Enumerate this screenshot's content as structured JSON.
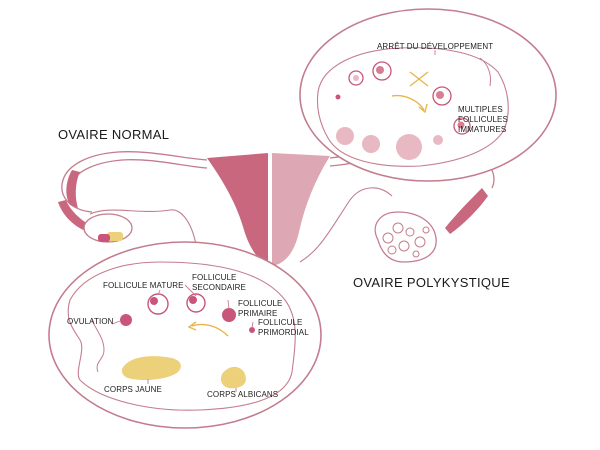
{
  "colors": {
    "outline": "#c37d8e",
    "dark_pink": "#c9677f",
    "light_pink": "#dda7b3",
    "pale_pink": "#e8b9c3",
    "mid_pink": "#d87e94",
    "follicle": "#c9557a",
    "yellow": "#ecd07a",
    "orange_arrow": "#e8b548"
  },
  "labels": {
    "normal_ovary": "OVAIRE NORMAL",
    "polycystic_ovary": "OVAIRE POLYKYSTIQUE",
    "development_arrest": "ARRÊT DU DÉVELOPPEMENT",
    "multiple_immature": [
      "MULTIPLES",
      "FOLLICULES",
      "IMMATURES"
    ],
    "mature_follicle": "FOLLICULE MATURE",
    "secondary_follicle": [
      "FOLLICULE",
      "SECONDAIRE"
    ],
    "primary_follicle": [
      "FOLLICULE",
      "PRIMAIRE"
    ],
    "primordial_follicle": [
      "FOLLICULE",
      "PRIMORDIAL"
    ],
    "ovulation": "OVULATION",
    "corpus_luteum": "CORPS JAUNE",
    "corpus_albicans": "CORPS ALBICANS"
  }
}
